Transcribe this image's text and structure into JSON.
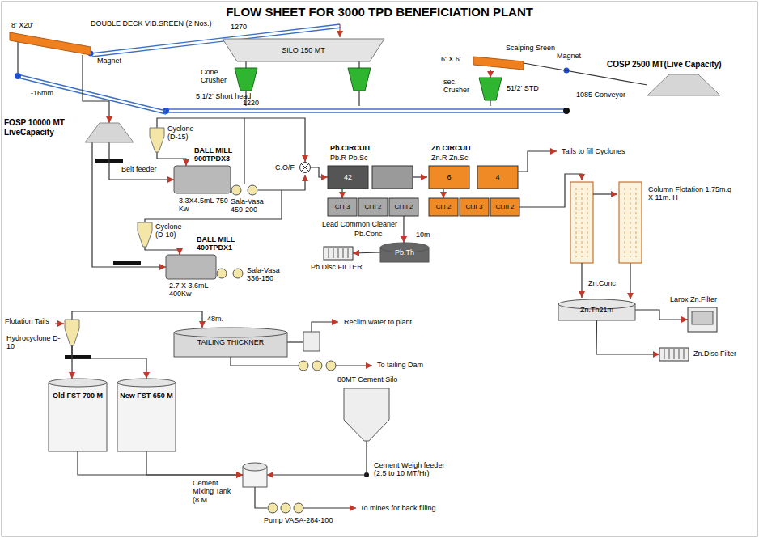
{
  "diagram": {
    "title": "FLOW SHEET FOR 3000 TPD BENEFICIATION PLANT",
    "nodes": [
      {
        "text": [
          "DOUBLE DECK VIB.SREEN (2 Nos.)",
          "8' X20'"
        ]
      },
      {
        "text": [
          "SILO 150 MT"
        ]
      },
      {
        "text": [
          "Cone Crusher",
          "5 1/2' Short head"
        ]
      },
      {
        "text": [
          "Scalping Sreen",
          "6' X 6'"
        ]
      },
      {
        "text": [
          "sec. Crusher",
          "51/2' STD"
        ]
      },
      {
        "text": [
          "COSP 2500 MT(Live Capacity)"
        ]
      },
      {
        "text": [
          "FOSP 10000 MT LiveCapacity"
        ]
      },
      {
        "text": [
          "Cyclone (D-15)"
        ]
      },
      {
        "text": [
          "BALL MILL 900TPDX3",
          "3.3X4.5mL 750 Kw"
        ]
      },
      {
        "text": [
          "Sala-Vasa 459-200"
        ]
      },
      {
        "text": [
          "Cyclone (D-10)"
        ]
      },
      {
        "text": [
          "BALL MILL 400TPDX1",
          "2.7 X 3.6mL 400Kw"
        ]
      },
      {
        "text": [
          "Sala-Vasa 336-150"
        ]
      },
      {
        "text": [
          "C.O/F"
        ]
      },
      {
        "text": [
          "42"
        ]
      },
      {
        "text": [
          "6"
        ]
      },
      {
        "text": [
          "4"
        ]
      },
      {
        "text": [
          "Cl I 3"
        ]
      },
      {
        "text": [
          "Cl II 2"
        ]
      },
      {
        "text": [
          "Cl III 2"
        ]
      },
      {
        "text": [
          "Cl.I 2"
        ]
      },
      {
        "text": [
          "Cl.II 3"
        ]
      },
      {
        "text": [
          "Cl.III 2"
        ]
      },
      {
        "text": [
          "Column Flotation 1.75m.q X 11m. H"
        ]
      },
      {
        "text": [
          "10m",
          "Pb.Th"
        ]
      },
      {
        "text": [
          "Pb.Disc FILTER"
        ]
      },
      {
        "text": [
          "Zn.Th21m"
        ]
      },
      {
        "text": [
          "Larox Zn.Filter"
        ]
      },
      {
        "text": [
          "Zn.Disc Filter"
        ]
      },
      {
        "text": [
          "Hydrocyclone D-10"
        ]
      },
      {
        "text": [
          "TAILING THICKNER"
        ]
      },
      {
        "text": [
          "Old FST 700 M"
        ]
      },
      {
        "text": [
          "New FST 650 M"
        ]
      },
      {
        "text": [
          "80MT Cement Silo"
        ]
      },
      {
        "text": [
          "Cement Mixing Tank (8 M"
        ]
      }
    ],
    "edges": [
      {
        "from": 1,
        "to": 2,
        "arrow": "none"
      },
      {
        "from": 5,
        "to": 3,
        "arrow": "none"
      },
      {
        "from": 3,
        "to": 4,
        "arrow": "to"
      },
      {
        "from": 0,
        "to": 6,
        "arrow": "to"
      },
      {
        "from": 6,
        "to": 8,
        "arrow": "to"
      },
      {
        "from": 6,
        "to": 11,
        "arrow": "to"
      },
      {
        "from": 7,
        "to": 8,
        "arrow": "to"
      },
      {
        "from": 10,
        "to": 11,
        "arrow": "to"
      },
      {
        "from": 7,
        "to": 13,
        "arrow": "to"
      },
      {
        "from": 13,
        "to": 14,
        "arrow": "to"
      },
      {
        "from": 14,
        "to": 17,
        "arrow": "to"
      },
      {
        "from": 15,
        "to": 20,
        "arrow": "to"
      },
      {
        "from": 19,
        "to": 24,
        "arrow": "to"
      },
      {
        "from": 24,
        "to": 25,
        "arrow": "to"
      },
      {
        "from": 23,
        "to": 26,
        "arrow": "to"
      },
      {
        "from": 26,
        "to": 27,
        "arrow": "to"
      },
      {
        "from": 26,
        "to": 28,
        "arrow": "to"
      },
      {
        "from": 29,
        "to": 30,
        "arrow": "to"
      },
      {
        "from": 29,
        "to": 31,
        "arrow": "to"
      },
      {
        "from": 29,
        "to": 32,
        "arrow": "to"
      },
      {
        "from": 31,
        "to": 34,
        "arrow": "to"
      },
      {
        "from": 32,
        "to": 34,
        "arrow": "to"
      },
      {
        "from": 33,
        "to": 34,
        "arrow": "to"
      }
    ],
    "labels": [
      "Magnet",
      "1270",
      "Magnet",
      "1085 Conveyor",
      "1220",
      "-16mm",
      "Belt feeder",
      "Pb.CIRCUIT",
      "Pb.R Pb.Sc",
      "Zn CIRCUIT",
      "Zn.R Zn.Sc",
      "Tails to fill Cyclones",
      "Lead Common Cleaner",
      "Pb.Conc",
      "Zn.Conc",
      "Flotation Tails",
      "48m.",
      "Reclim water to plant",
      "To tailing Dam",
      "Cement Weigh feeder (2.5 to 10 MT/Hr)",
      "Pump VASA-284-100",
      "To mines for back filling"
    ]
  }
}
